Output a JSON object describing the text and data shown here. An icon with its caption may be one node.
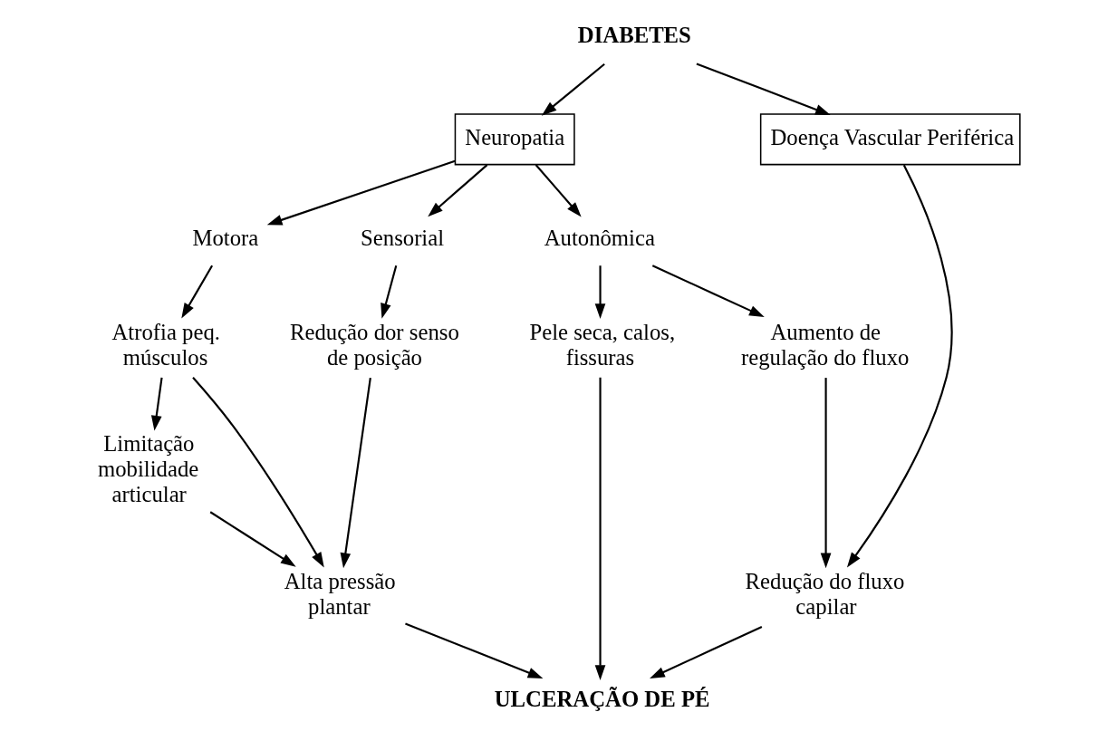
{
  "diagram": {
    "nodes": [
      {
        "text": [
          "DIABETES"
        ]
      },
      {
        "text": [
          "Neuropatia"
        ]
      },
      {
        "text": [
          "Doença Vascular Periférica"
        ]
      },
      {
        "text": [
          "Motora"
        ]
      },
      {
        "text": [
          "Sensorial"
        ]
      },
      {
        "text": [
          "Autonômica"
        ]
      },
      {
        "text": [
          "Atrofia peq. músculos"
        ]
      },
      {
        "text": [
          "Redução dor senso de posição"
        ]
      },
      {
        "text": [
          "Pele seca, calos, fissuras"
        ]
      },
      {
        "text": [
          "Aumento de regulação do fluxo"
        ]
      },
      {
        "text": [
          "Limitação mobilidade articular"
        ]
      },
      {
        "text": [
          "Alta pressão plantar"
        ]
      },
      {
        "text": [
          "Redução do fluxo capilar"
        ]
      },
      {
        "text": [
          "ULCERAÇÃO DE PÉ"
        ]
      }
    ],
    "edges": [
      {
        "from": 0,
        "to": 1,
        "arrow": "to"
      },
      {
        "from": 0,
        "to": 2,
        "arrow": "to"
      },
      {
        "from": 1,
        "to": 3,
        "arrow": "to"
      },
      {
        "from": 1,
        "to": 4,
        "arrow": "to"
      },
      {
        "from": 1,
        "to": 5,
        "arrow": "to"
      },
      {
        "from": 3,
        "to": 6,
        "arrow": "to"
      },
      {
        "from": 4,
        "to": 7,
        "arrow": "to"
      },
      {
        "from": 5,
        "to": 8,
        "arrow": "to"
      },
      {
        "from": 5,
        "to": 9,
        "arrow": "to"
      },
      {
        "from": 6,
        "to": 10,
        "arrow": "to"
      },
      {
        "from": 6,
        "to": 11,
        "arrow": "to"
      },
      {
        "from": 7,
        "to": 11,
        "arrow": "to"
      },
      {
        "from": 10,
        "to": 11,
        "arrow": "to"
      },
      {
        "from": 8,
        "to": 13,
        "arrow": "to"
      },
      {
        "from": 9,
        "to": 12,
        "arrow": "to"
      },
      {
        "from": 2,
        "to": 12,
        "arrow": "to"
      },
      {
        "from": 11,
        "to": 13,
        "arrow": "to"
      },
      {
        "from": 12,
        "to": 13,
        "arrow": "to"
      }
    ]
  }
}
